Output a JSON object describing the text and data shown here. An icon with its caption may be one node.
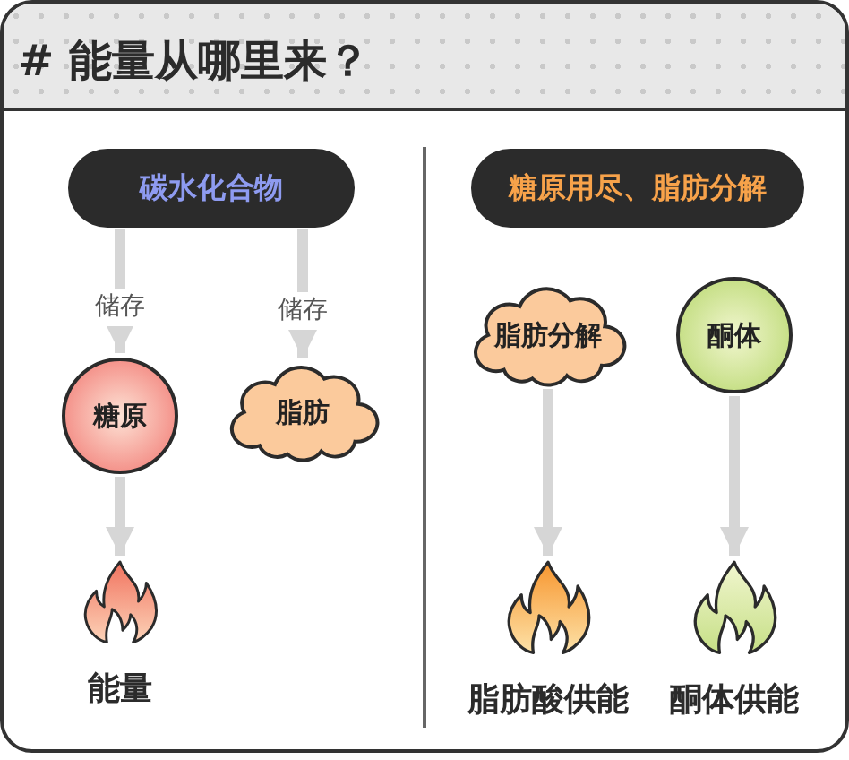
{
  "diagram": {
    "title": "# 能量从哪里来？",
    "nodes": [
      {
        "text": [
          "碳水化合物"
        ]
      },
      {
        "text": [
          "糖原"
        ]
      },
      {
        "text": [
          "脂肪"
        ]
      },
      {
        "text": [
          "能量"
        ]
      },
      {
        "text": [
          "糖原用尽、脂肪分解"
        ]
      },
      {
        "text": [
          "脂肪分解"
        ]
      },
      {
        "text": [
          "酮体"
        ]
      },
      {
        "text": [
          "脂肪酸供能"
        ]
      },
      {
        "text": [
          "酮体供能"
        ]
      }
    ],
    "edges": [
      {
        "from": 0,
        "to": 1,
        "arrow": "to",
        "label": "储存"
      },
      {
        "from": 0,
        "to": 2,
        "arrow": "to",
        "label": "储存"
      },
      {
        "from": 1,
        "to": 3,
        "arrow": "to"
      },
      {
        "from": 5,
        "to": 7,
        "arrow": "to"
      },
      {
        "from": 6,
        "to": 8,
        "arrow": "to"
      }
    ]
  }
}
